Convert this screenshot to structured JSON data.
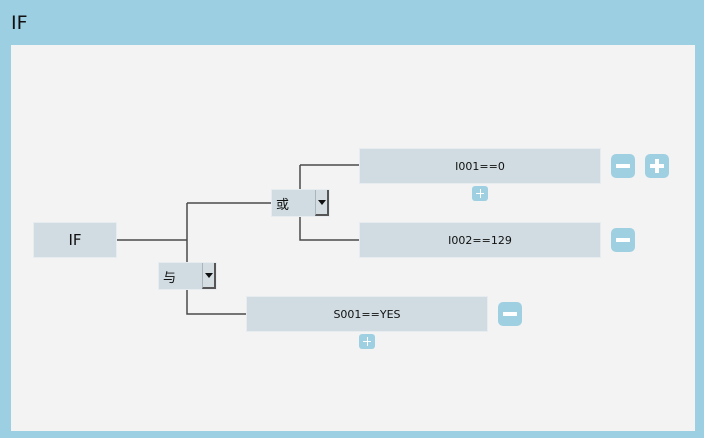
{
  "window": {
    "title": "IF"
  },
  "root_node": {
    "label": "IF"
  },
  "operator_and": {
    "label": "与"
  },
  "operator_or": {
    "label": "或"
  },
  "conditions": {
    "c1": {
      "label": "I001==0"
    },
    "c2": {
      "label": "I002==129"
    },
    "c3": {
      "label": "S001==YES"
    }
  },
  "icons": {
    "remove": "minus-icon",
    "add": "plus-icon",
    "dropdown": "triangle-down-icon"
  },
  "colors": {
    "frame": "#9ccfe2",
    "canvas": "#f3f3f3",
    "node": "#d0dce2",
    "button": "#9fd0e2",
    "connector": "#4a4a4a"
  }
}
